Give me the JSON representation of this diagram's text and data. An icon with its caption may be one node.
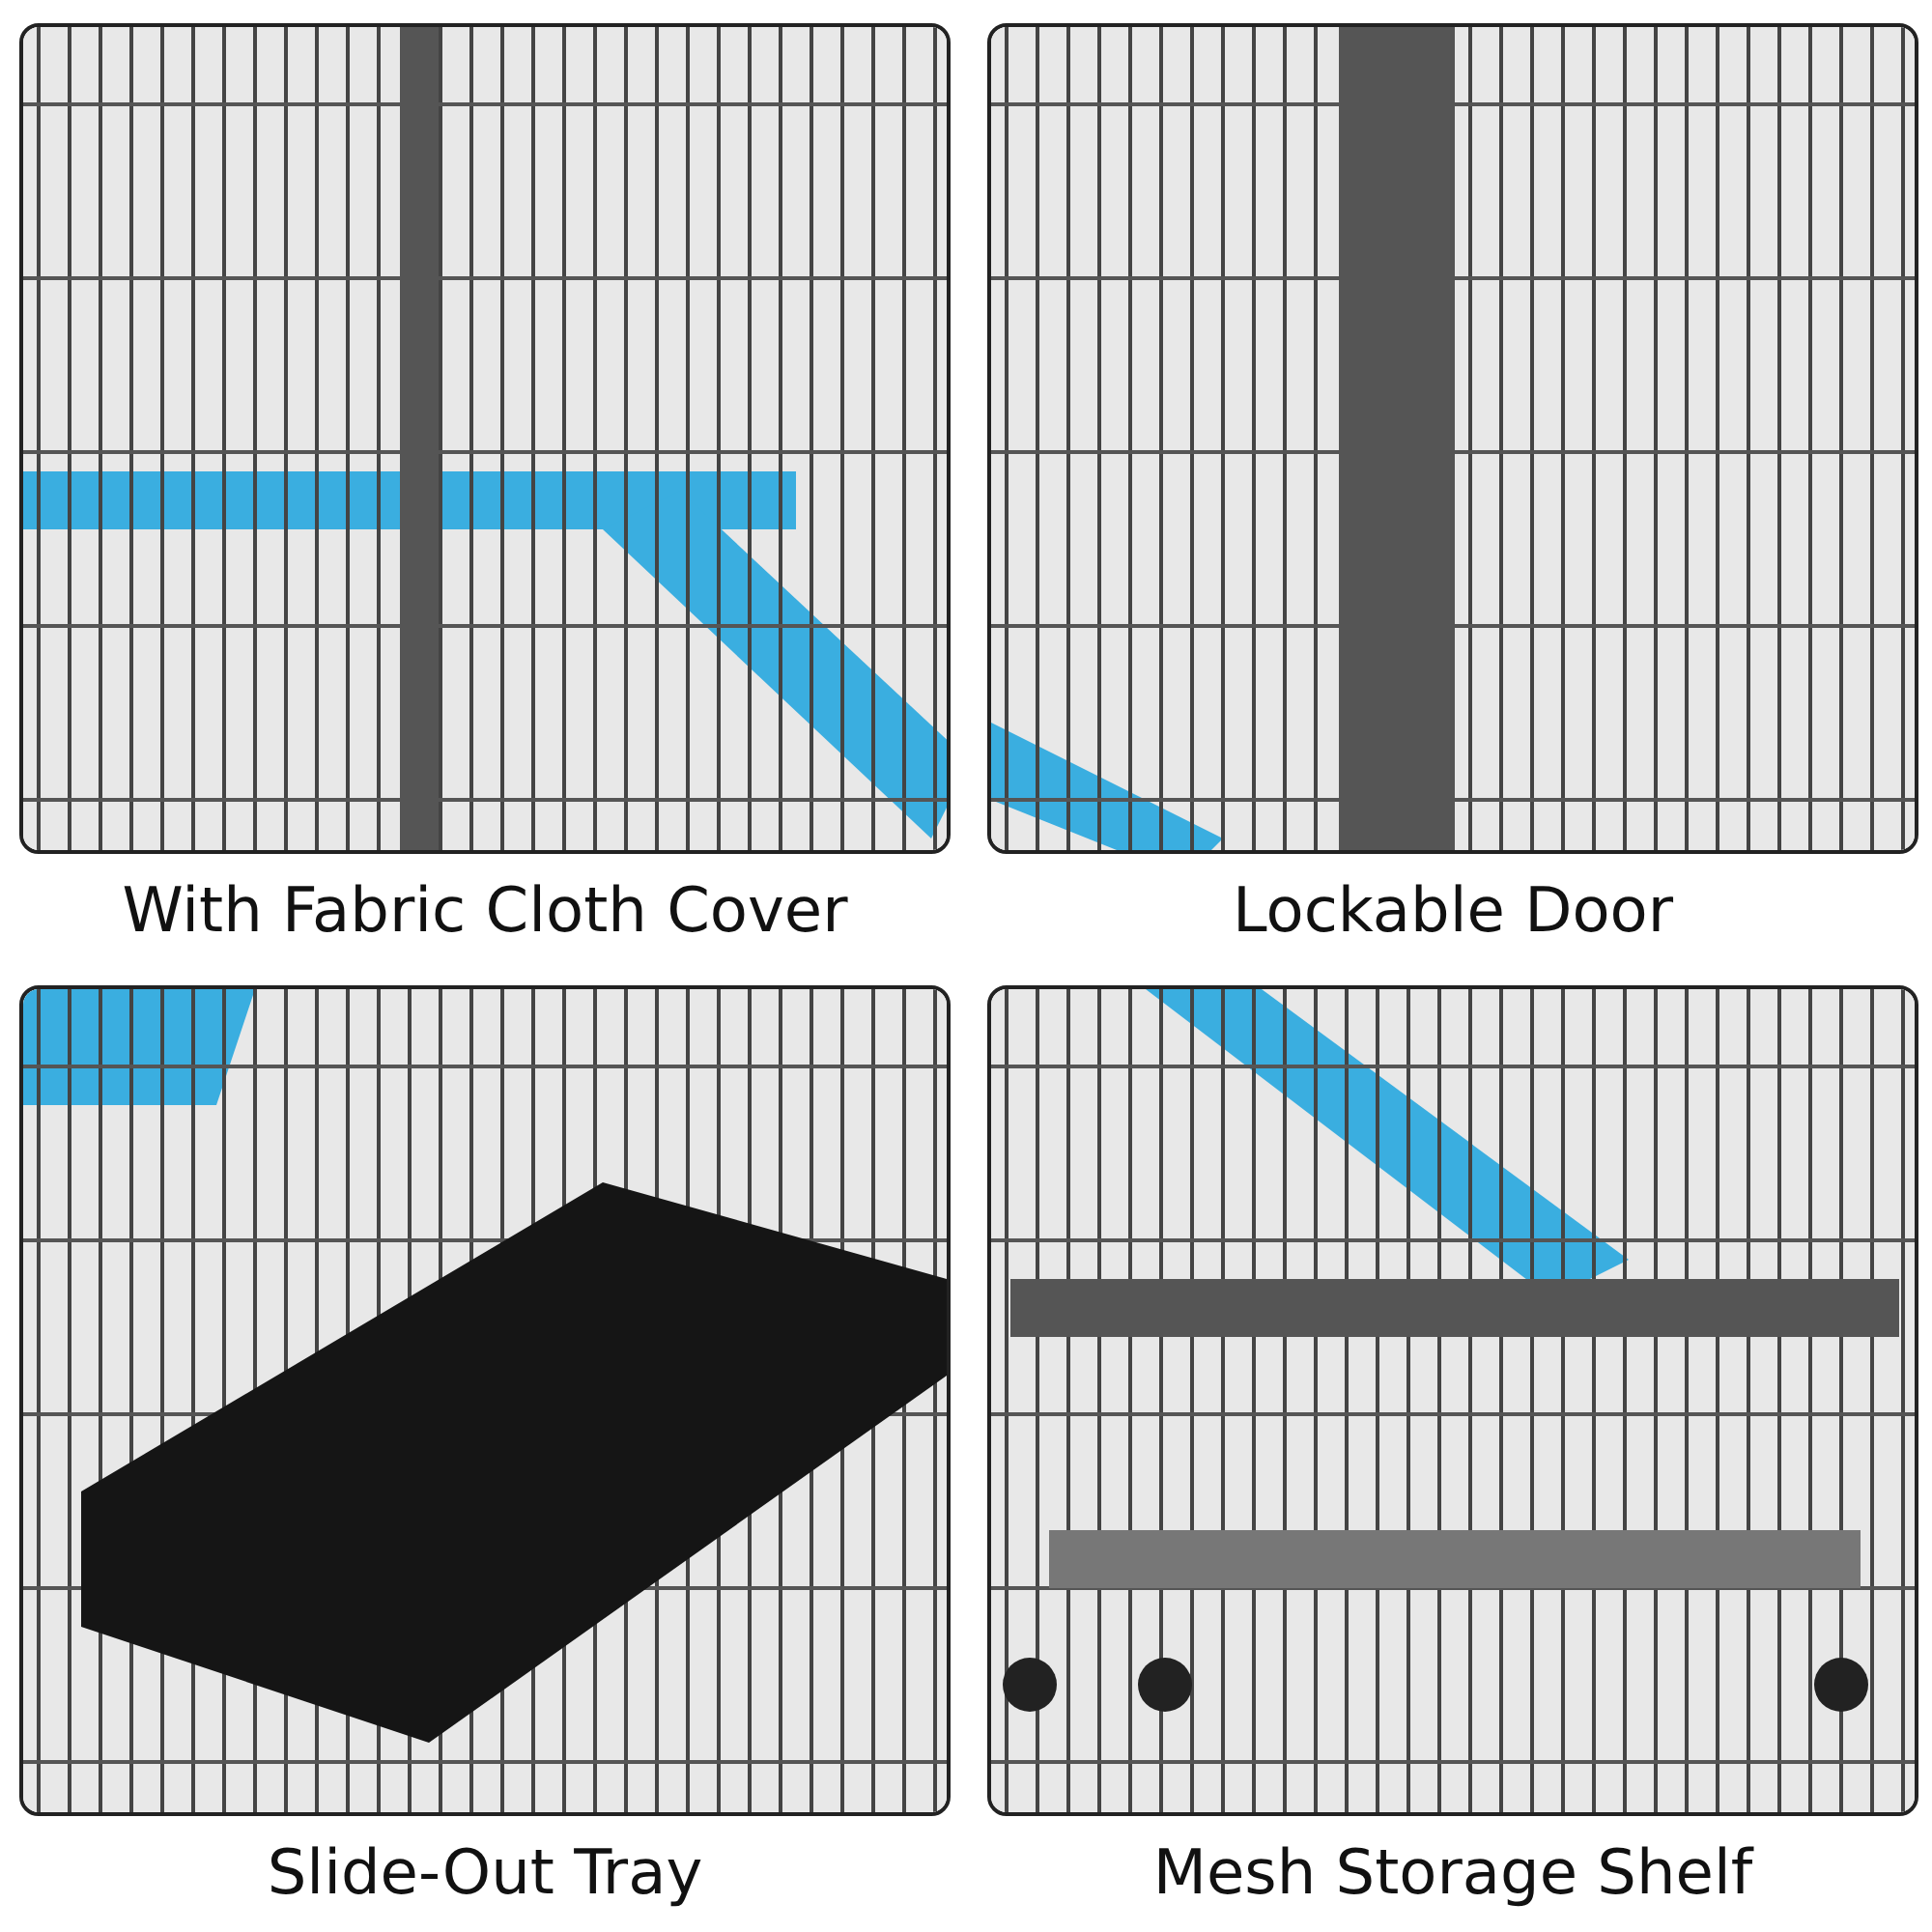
{
  "diagram": {
    "nodes": [
      {
        "text": [
          "With Fabric Cloth Cover"
        ]
      },
      {
        "text": [
          "Lockable Door"
        ]
      },
      {
        "text": [
          "Slide-Out Tray"
        ]
      },
      {
        "text": [
          "Mesh Storage Shelf"
        ]
      }
    ]
  }
}
